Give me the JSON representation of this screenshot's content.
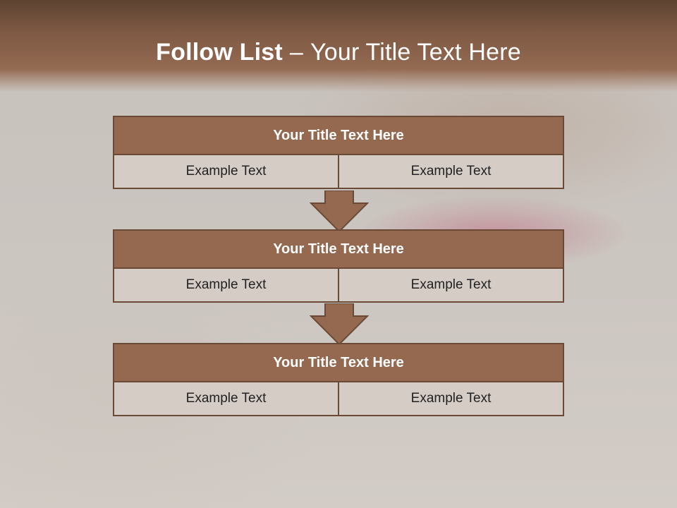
{
  "slide": {
    "title_bold": "Follow List",
    "title_dash": "–",
    "title_rest": "Your Title Text Here"
  },
  "blocks": [
    {
      "title": "Your Title Text Here",
      "left": "Example Text",
      "right": "Example Text"
    },
    {
      "title": "Your Title Text Here",
      "left": "Example Text",
      "right": "Example Text"
    },
    {
      "title": "Your Title Text Here",
      "left": "Example Text",
      "right": "Example Text"
    }
  ],
  "colors": {
    "header_brown": "#7e5943",
    "block_fill": "#94694f",
    "cell_fill": "#d6ccc6",
    "border": "#6a4a36"
  }
}
